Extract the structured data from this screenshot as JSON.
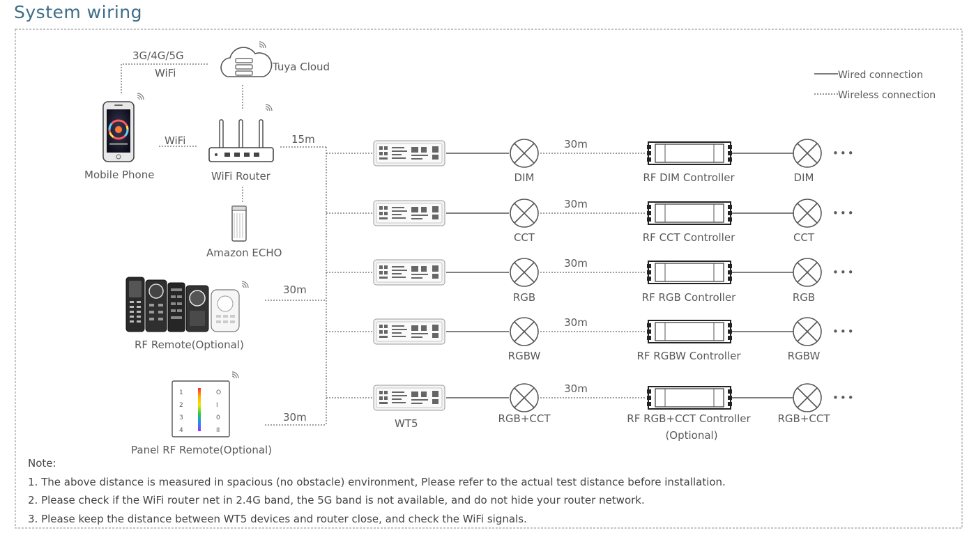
{
  "title": "System wiring",
  "legend": {
    "wired": "Wired connection",
    "wireless": "Wireless connection"
  },
  "nodes": {
    "network_label_1": "3G/4G/5G",
    "network_label_2": "WiFi",
    "cloud": "Tuya Cloud",
    "phone": "Mobile Phone",
    "phone_router_link": "WiFi",
    "router": "WiFi Router",
    "echo": "Amazon ECHO",
    "rf_remote": "RF Remote(Optional)",
    "panel_remote": "Panel RF Remote(Optional)",
    "dist_router": "15m",
    "dist_remote": "30m",
    "dist_panel": "30m",
    "module_name": "WT5",
    "ellipsis": "•••"
  },
  "rows": [
    {
      "light": "DIM",
      "distance": "30m",
      "controller": "RF DIM Controller",
      "controller_2": "",
      "end_light": "DIM"
    },
    {
      "light": "CCT",
      "distance": "30m",
      "controller": "RF CCT Controller",
      "controller_2": "",
      "end_light": "CCT"
    },
    {
      "light": "RGB",
      "distance": "30m",
      "controller": "RF RGB Controller",
      "controller_2": "",
      "end_light": "RGB"
    },
    {
      "light": "RGBW",
      "distance": "30m",
      "controller": "RF RGBW Controller",
      "controller_2": "",
      "end_light": "RGBW"
    },
    {
      "light": "RGB+CCT",
      "distance": "30m",
      "controller": "RF RGB+CCT Controller",
      "controller_2": "(Optional)",
      "end_light": "RGB+CCT"
    }
  ],
  "panel_keys_left": [
    "1",
    "2",
    "3",
    "4"
  ],
  "panel_keys_right": [
    "O",
    "I",
    "0",
    "II"
  ],
  "notes": {
    "heading": "Note:",
    "items": [
      "1. The above distance is measured in spacious (no obstacle) environment,  Please refer to the actual test distance before installation.",
      "2. Please check if the WiFi router net in 2.4G band, the 5G band is not available, and do not hide your router network.",
      "3. Please keep the distance between WT5 devices and router close, and check the WiFi signals."
    ]
  },
  "colors": {
    "title": "#3d6d86",
    "line": "#555555",
    "border": "#9a9a9a"
  }
}
